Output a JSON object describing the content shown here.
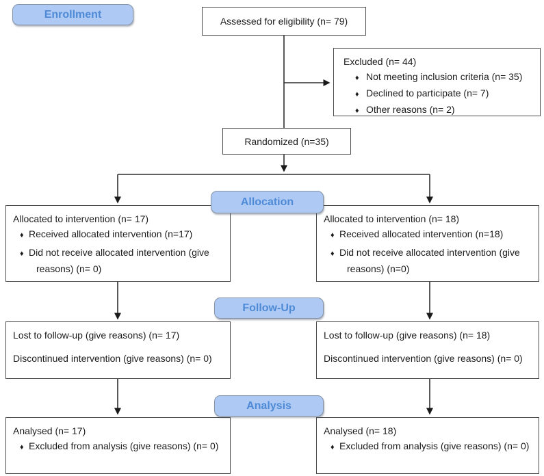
{
  "diagram": {
    "stages": {
      "enrollment": "Enrollment",
      "allocation": "Allocation",
      "followup": "Follow-Up",
      "analysis": "Analysis"
    },
    "bullet": "♦",
    "boxes": {
      "assessed": {
        "text": "Assessed for eligibility (n= 79)"
      },
      "excluded": {
        "title": "Excluded (n= 44)",
        "items": [
          "Not meeting inclusion criteria (n= 35)",
          "Declined to participate (n= 7)",
          "Other reasons (n= 2)"
        ]
      },
      "randomized": {
        "text": "Randomized (n=35)"
      },
      "alloc_left": {
        "title": "Allocated to intervention (n= 17)",
        "items": [
          "Received allocated intervention (n=17)",
          "Did not receive allocated intervention (give reasons) (n= 0)"
        ]
      },
      "alloc_right": {
        "title": "Allocated to intervention (n= 18)",
        "items": [
          "Received allocated intervention (n=18)",
          "Did not receive allocated intervention (give reasons) (n=0)"
        ]
      },
      "fu_left": {
        "lines": [
          "Lost to follow-up (give reasons) (n= 17)",
          "Discontinued intervention (give reasons) (n= 0)"
        ]
      },
      "fu_right": {
        "lines": [
          "Lost to follow-up (give reasons) (n= 18)",
          "Discontinued intervention (give reasons) (n= 0)"
        ]
      },
      "an_left": {
        "title": "Analysed (n= 17)",
        "items": [
          "Excluded from analysis (give reasons) (n= 0)"
        ]
      },
      "an_right": {
        "title": "Analysed (n= 18)",
        "items": [
          "Excluded from analysis (give reasons) (n= 0)"
        ]
      }
    },
    "colors": {
      "stage_fill": "#aecaf4",
      "stage_border": "#8593a6",
      "stage_text": "#4e8ad6",
      "box_border": "#4a4a4a",
      "arrow": "#2f2f2f"
    }
  }
}
